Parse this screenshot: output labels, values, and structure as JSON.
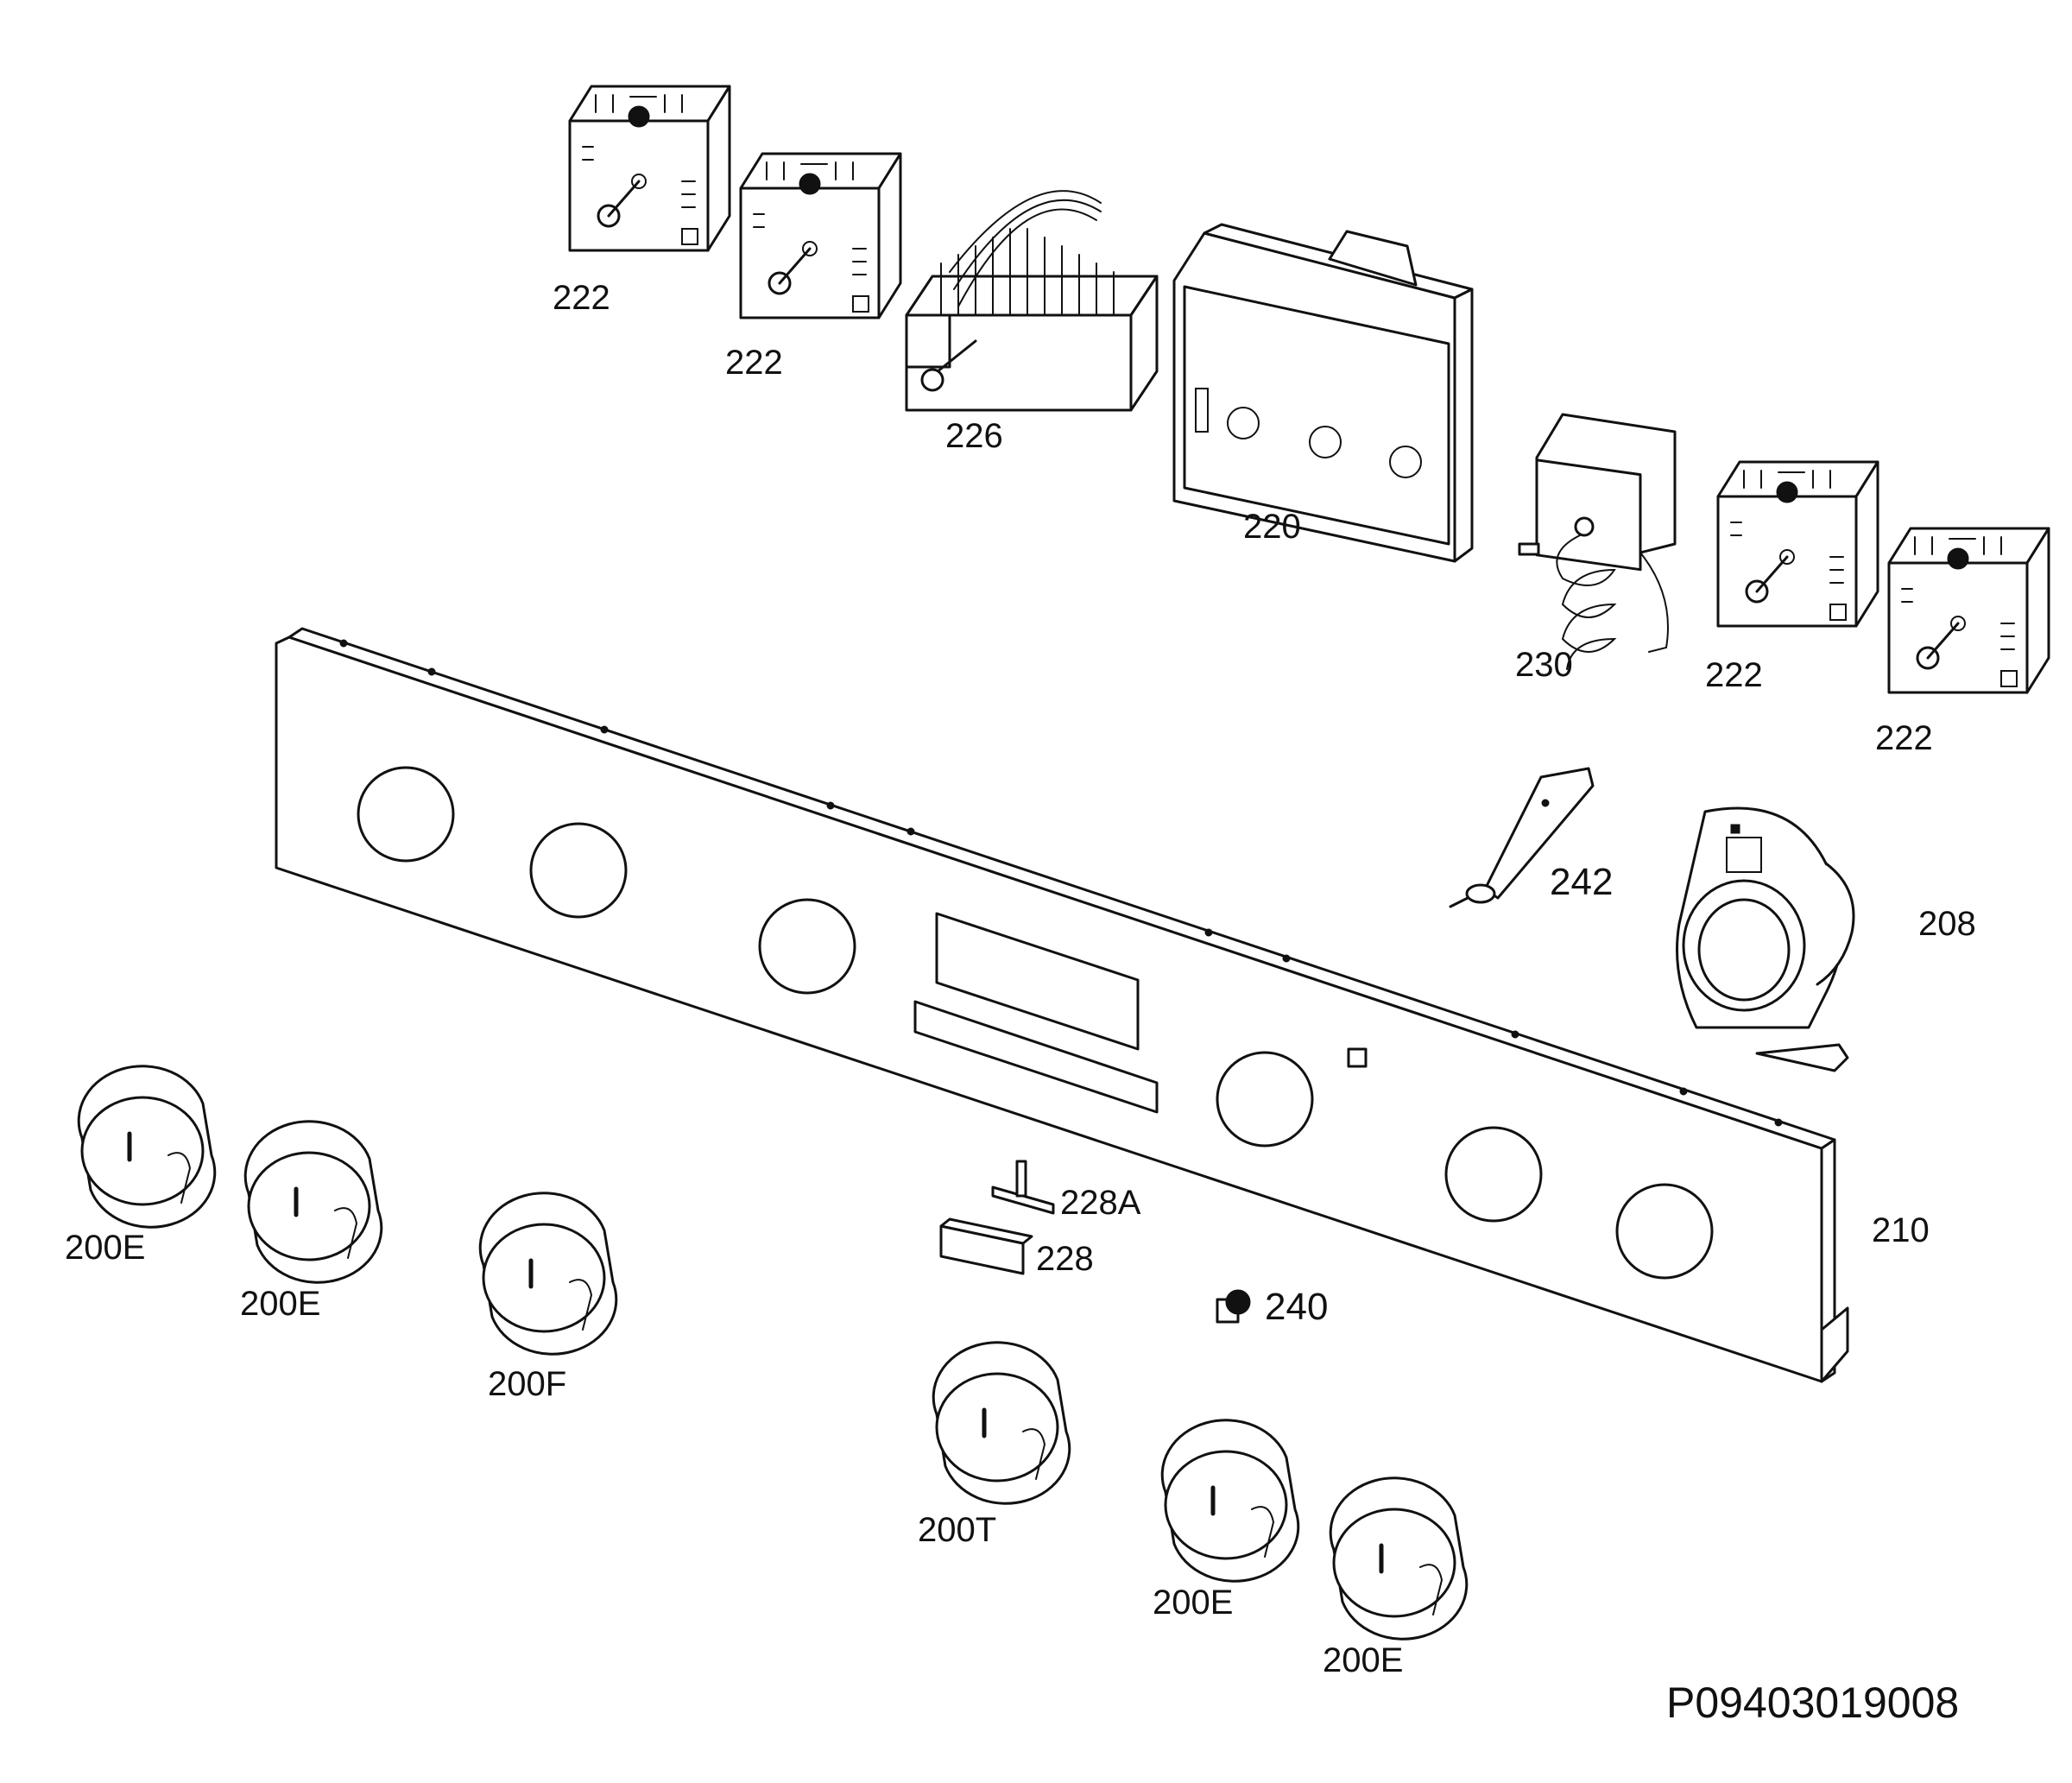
{
  "parts": [
    {
      "id": "222"
    },
    {
      "id": "222"
    },
    {
      "id": "226"
    },
    {
      "id": "220"
    },
    {
      "id": "230"
    },
    {
      "id": "222"
    },
    {
      "id": "222"
    },
    {
      "id": "242"
    },
    {
      "id": "208"
    },
    {
      "id": "210"
    },
    {
      "id": "228A"
    },
    {
      "id": "228"
    },
    {
      "id": "240"
    },
    {
      "id": "200E"
    },
    {
      "id": "200E"
    },
    {
      "id": "200F"
    },
    {
      "id": "200T"
    },
    {
      "id": "200E"
    },
    {
      "id": "200E"
    }
  ],
  "drawing_number": "P09403019008"
}
